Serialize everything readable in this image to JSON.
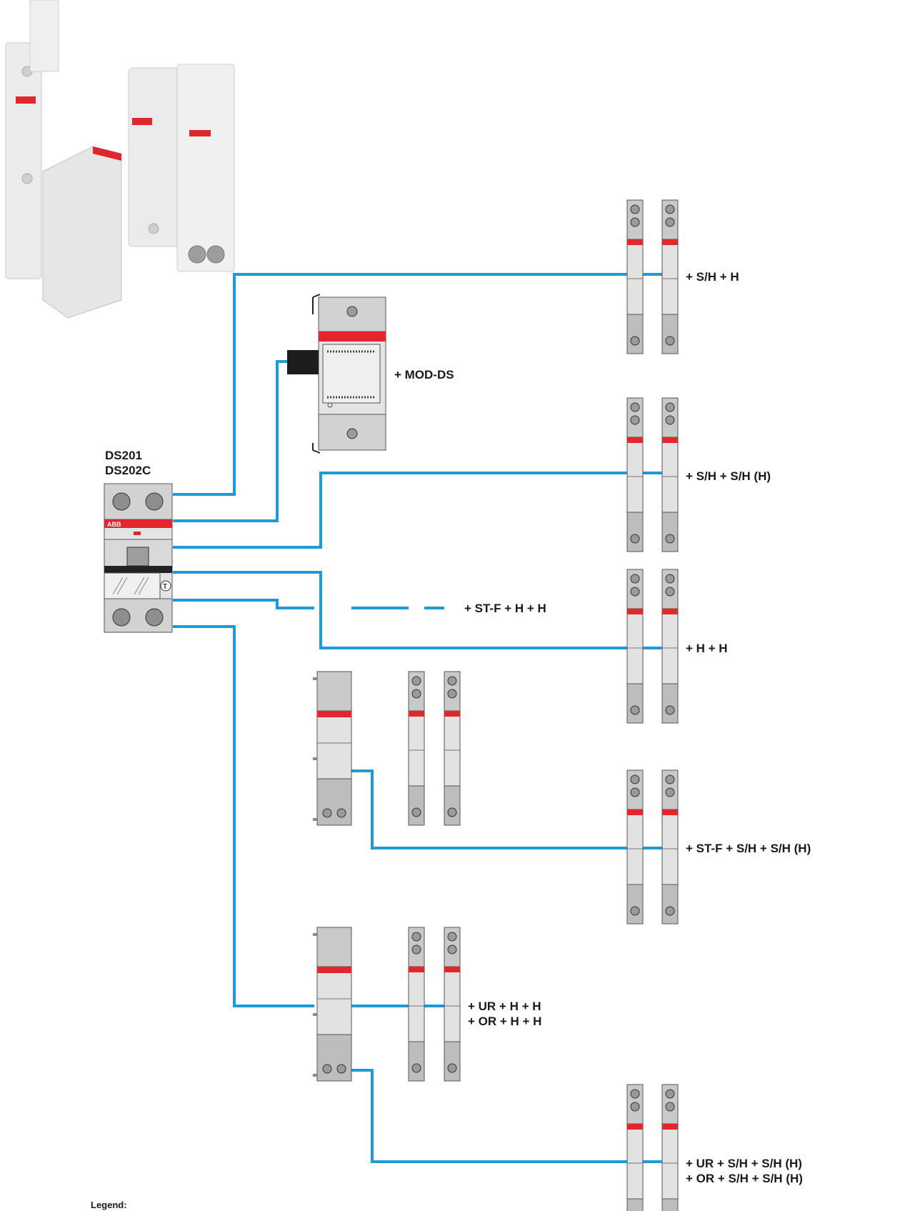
{
  "main_device": {
    "line1": "DS201",
    "line2": "DS202C",
    "brand": "ABB"
  },
  "combinations": [
    {
      "id": "sh-h",
      "lines": [
        "+ S/H + H"
      ]
    },
    {
      "id": "mod-ds",
      "lines": [
        "+ MOD-DS"
      ]
    },
    {
      "id": "sh-sh",
      "lines": [
        "+ S/H + S/H (H)"
      ]
    },
    {
      "id": "h-h",
      "lines": [
        "+ H + H"
      ]
    },
    {
      "id": "stf-h",
      "lines": [
        "+ ST-F + H + H"
      ]
    },
    {
      "id": "stf-sh",
      "lines": [
        "+ ST-F + S/H + S/H (H)"
      ]
    },
    {
      "id": "ur-h",
      "lines": [
        "+ UR + H + H",
        "+ OR + H + H"
      ]
    },
    {
      "id": "ur-sh",
      "lines": [
        "+ UR + S/H + S/H (H)",
        "+ OR + S/H + S/H (H)"
      ]
    }
  ],
  "legend": {
    "label": "Legend:"
  },
  "colors": {
    "connector": "#1e9bd7",
    "accent_red": "#e3262b",
    "body_light": "#e4e4e4",
    "body_dark": "#bdbdbd",
    "outline": "#555555"
  }
}
